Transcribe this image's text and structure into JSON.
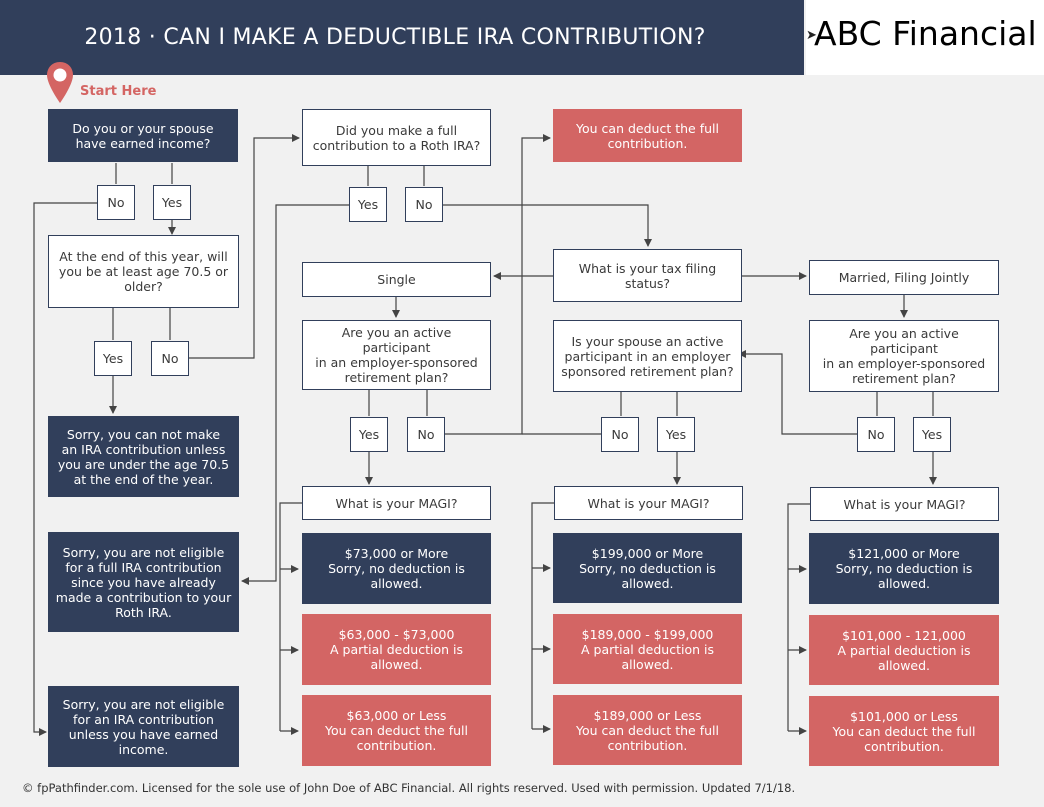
{
  "header": {
    "title": "2018 · CAN I MAKE A DEDUCTIBLE IRA CONTRIBUTION?",
    "brand": "ABC Financial"
  },
  "start": {
    "label": "Start Here"
  },
  "left_column": {
    "q_earned_income": "Do you or your spouse\nhave earned income?",
    "no": "No",
    "yes": "Yes",
    "q_age": "At the end of this year, will\nyou be at least age 70.5 or\nolder?",
    "age_yes": "Yes",
    "age_no": "No",
    "result_age": "Sorry, you can not make\nan IRA contribution unless\nyou are under the age 70.5\nat the end of the year.",
    "result_roth": "Sorry, you are not eligible\nfor a full IRA contribution\nsince you have already\nmade a contribution to your\nRoth IRA.",
    "result_no_income": "Sorry, you are not eligible\nfor an IRA contribution\nunless you have earned\nincome."
  },
  "roth": {
    "question": "Did you make a full\ncontribution to a Roth IRA?",
    "yes": "Yes",
    "no": "No"
  },
  "full_deduct_top": "You can deduct the full\ncontribution.",
  "filing": {
    "question": "What is your tax filing\nstatus?",
    "single": "Single",
    "married": "Married, Filing Jointly"
  },
  "single": {
    "question": "Are you an active participant\nin an employer-sponsored\nretirement plan?",
    "yes": "Yes",
    "no": "No",
    "magi": "What is your MAGI?",
    "r1": "$73,000 or More\nSorry, no deduction is\nallowed.",
    "r2": "$63,000 - $73,000\nA partial deduction is\nallowed.",
    "r3": "$63,000 or Less\nYou can deduct the full\ncontribution."
  },
  "spouse": {
    "question": "Is your spouse an active\nparticipant in an employer\nsponsored retirement plan?",
    "no": "No",
    "yes": "Yes",
    "magi": "What is your MAGI?",
    "r1": "$199,000 or More\nSorry, no deduction is\nallowed.",
    "r2": "$189,000 - $199,000\nA partial deduction is\nallowed.",
    "r3": "$189,000 or Less\nYou can deduct the full\ncontribution."
  },
  "married": {
    "question": "Are you an active participant\nin an employer-sponsored\nretirement plan?",
    "no": "No",
    "yes": "Yes",
    "magi": "What is your MAGI?",
    "r1": "$121,000 or More\nSorry, no deduction is\nallowed.",
    "r2": "$101,000 - 121,000\nA partial deduction is\nallowed.",
    "r3": "$101,000 or Less\nYou can deduct the full\ncontribution."
  },
  "footer": "© fpPathfinder.com. Licensed for the sole use of John Doe of ABC Financial. All rights reserved. Used with permission. Updated 7/1/18.",
  "colors": {
    "navy": "#313f5b",
    "coral": "#d36564",
    "background": "#f1f1f1"
  }
}
